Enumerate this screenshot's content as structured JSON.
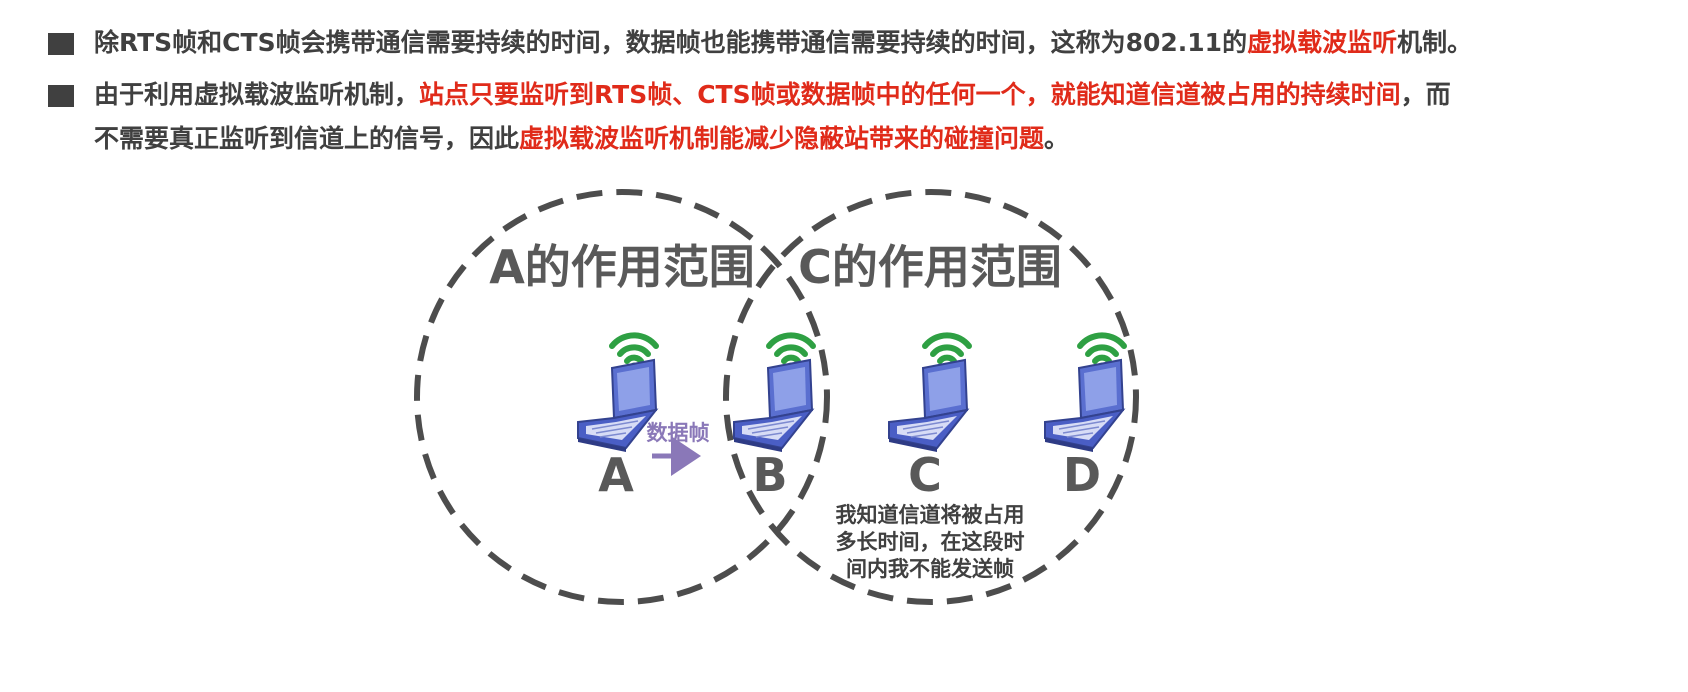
{
  "bullets": [
    {
      "lines": [
        [
          {
            "text": "除RTS帧和CTS帧会携带通信需要持续的时间，数据帧也能携带通信需要持续的时间，这称为802.11的",
            "red": false
          },
          {
            "text": "虚拟载波监听",
            "red": true
          },
          {
            "text": "机制。",
            "red": false
          }
        ]
      ]
    },
    {
      "lines": [
        [
          {
            "text": "由于利用虚拟载波监听机制，",
            "red": false
          },
          {
            "text": "站点只要监听到RTS帧、CTS帧或数据帧中的任何一个，就能知道信道被占用的持续时间",
            "red": true
          },
          {
            "text": "，而",
            "red": false
          }
        ],
        [
          {
            "text": "不需要真正监听到信道上的信号，因此",
            "red": false
          },
          {
            "text": "虚拟载波监听机制能减少隐蔽站带来的碰撞问题",
            "red": true
          },
          {
            "text": "。",
            "red": false
          }
        ]
      ]
    }
  ],
  "diagram": {
    "scopes": [
      {
        "label": "A的作用范围"
      },
      {
        "label": "C的作用范围"
      }
    ],
    "nodes": [
      {
        "label": "A"
      },
      {
        "label": "B"
      },
      {
        "label": "C"
      },
      {
        "label": "D"
      }
    ],
    "arrow_label": "数据帧",
    "note_lines": [
      "我知道信道将被占用",
      "多长时间，在这段时",
      "间内我不能发送帧"
    ]
  },
  "colors": {
    "text": "#404040",
    "highlight": "#e02b1a",
    "circle_stroke": "#4d4d4d",
    "wifi": "#2ea043",
    "laptop_screen": "#8ea0e8",
    "arrow": "#8a78b8"
  }
}
